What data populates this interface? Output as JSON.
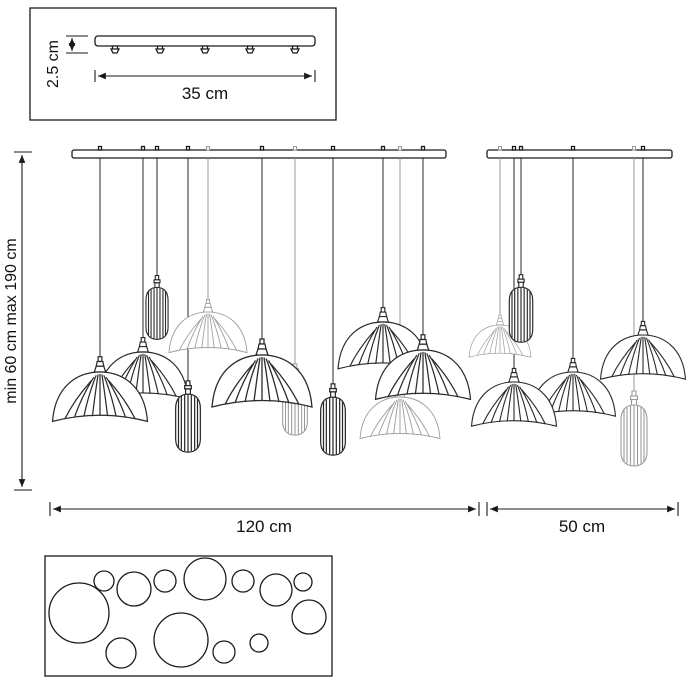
{
  "drawing": {
    "canopy_detail": {
      "height_label": "2.5 cm",
      "width_label": "35 cm"
    },
    "drop_label": "min 60 cm max 190 cm",
    "left_width_label": "120 cm",
    "right_width_label": "50 cm"
  }
}
